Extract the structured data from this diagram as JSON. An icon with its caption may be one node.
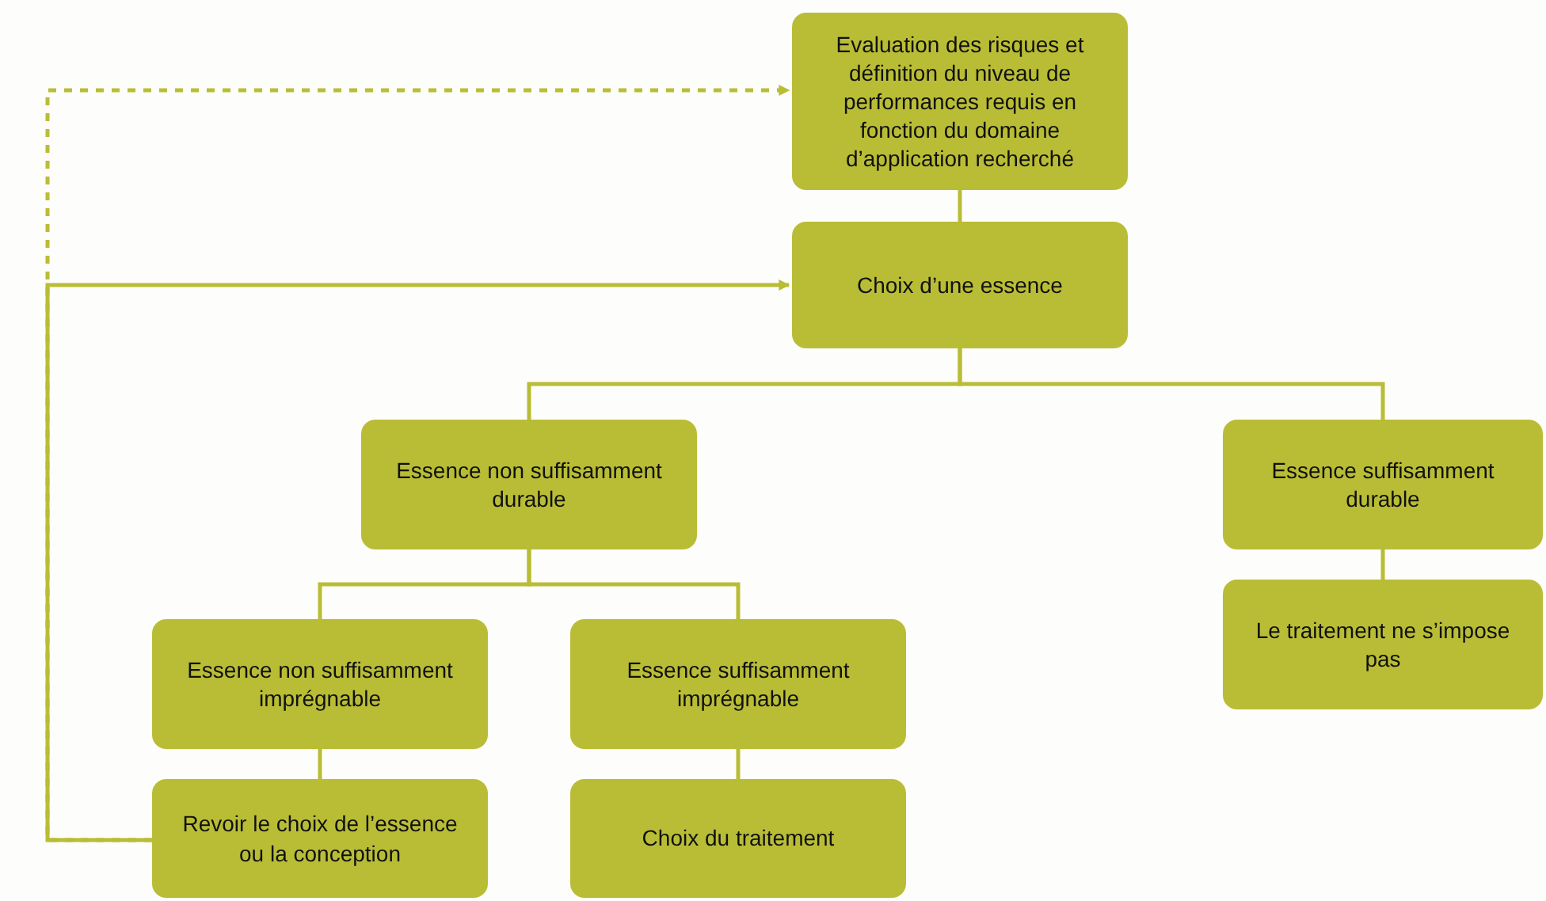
{
  "diagram": {
    "nodes": [
      {
        "text": [
          "Evaluation des risques et définition du niveau de performances requis en fonction du domaine d’application recherché"
        ]
      },
      {
        "text": [
          "Choix d’une essence"
        ]
      },
      {
        "text": [
          "Essence non suffisamment durable"
        ]
      },
      {
        "text": [
          "Essence suffisamment durable"
        ]
      },
      {
        "text": [
          "Essence non suffisamment imprégnable"
        ]
      },
      {
        "text": [
          "Essence suffisamment imprégnable"
        ]
      },
      {
        "text": [
          "Revoir le choix de l’essence ou la conception"
        ]
      },
      {
        "text": [
          "Choix du traitement"
        ]
      },
      {
        "text": [
          "Le traitement ne s’impose pas"
        ]
      }
    ],
    "edges": [
      {
        "from": 0,
        "to": 1,
        "arrow": "none"
      },
      {
        "from": 1,
        "to": 2,
        "arrow": "none"
      },
      {
        "from": 1,
        "to": 3,
        "arrow": "none"
      },
      {
        "from": 2,
        "to": 4,
        "arrow": "none"
      },
      {
        "from": 2,
        "to": 5,
        "arrow": "none"
      },
      {
        "from": 4,
        "to": 6,
        "arrow": "none"
      },
      {
        "from": 5,
        "to": 7,
        "arrow": "none"
      },
      {
        "from": 3,
        "to": 8,
        "arrow": "none"
      },
      {
        "from": 6,
        "to": 1,
        "arrow": "to"
      },
      {
        "from": 6,
        "to": 0,
        "arrow": "to",
        "style": "dashed"
      }
    ]
  }
}
